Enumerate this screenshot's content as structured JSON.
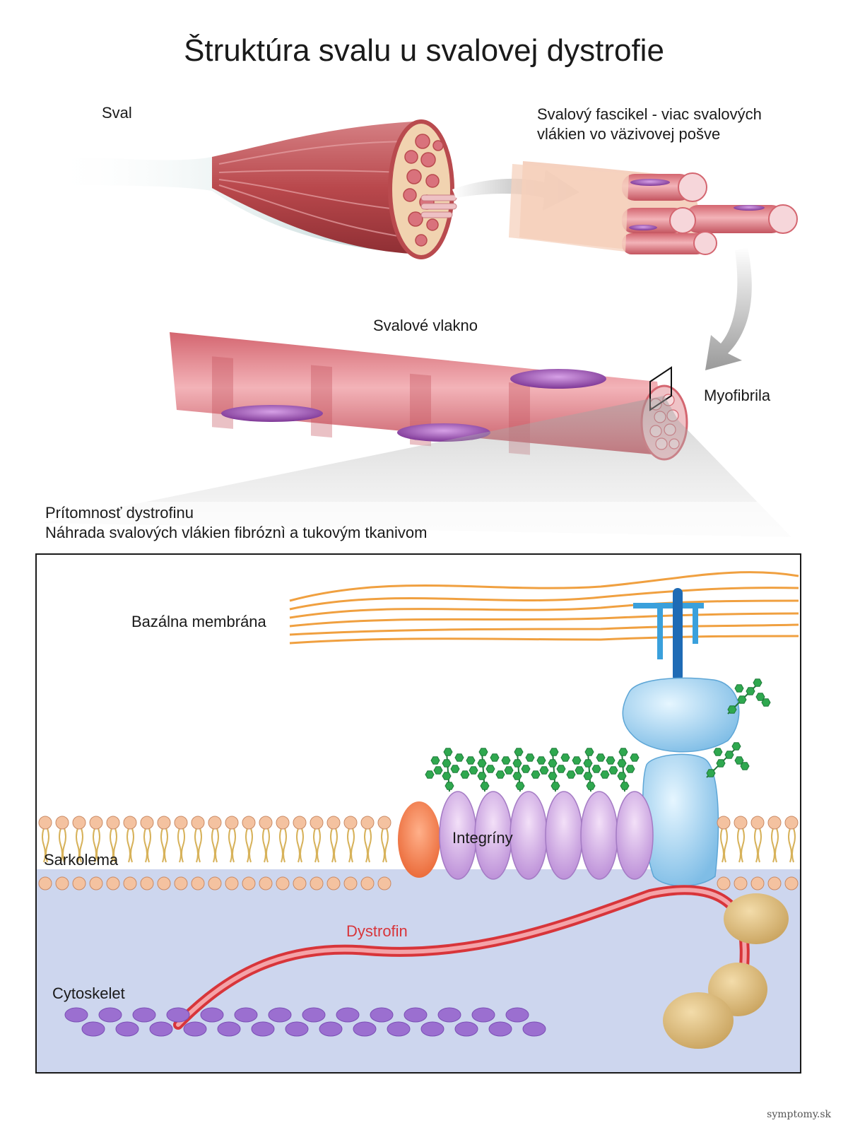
{
  "title": "Štruktúra svalu u svalovej dystrofie",
  "labels": {
    "muscle": "Sval",
    "fascicle_line1": "Svalový fascikel - viac svalových",
    "fascicle_line2": "vlákien vo väzivovej pošve",
    "fiber": "Svalové vlakno",
    "myofibril": "Myofibrila",
    "note_line1": "Prítomnosť dystrofinu",
    "note_line2": "Náhrada svalových vlákien fibróznì a tukovým tkanivom",
    "basal_membrane": "Bazálna membrána",
    "integrins": "Integríny",
    "sarcolemma": "Sarkolema",
    "dystrophin": "Dystrofin",
    "cytoskeleton": "Cytoskelet"
  },
  "watermark": "symptomy.sk",
  "colors": {
    "muscle": "#b9484c",
    "fiber": "#e07e86",
    "nucleus": "#9b4bb0",
    "tendon": "#a9c8c8",
    "collagen": "#f0a040",
    "lipid_head": "#f4c2a0",
    "integrin": "#c9a0dc",
    "dystroglycan": "#a8d8f0",
    "glycan": "#2fa84f",
    "dystrophin": "#d8353a",
    "actin": "#9b6fd0",
    "cytoplasm": "#cdd6ee",
    "anchor_protein": "#d4b06a"
  },
  "icons": [
    "muscle-illustration",
    "fascicle-illustration",
    "fiber-illustration",
    "membrane-illustration"
  ]
}
